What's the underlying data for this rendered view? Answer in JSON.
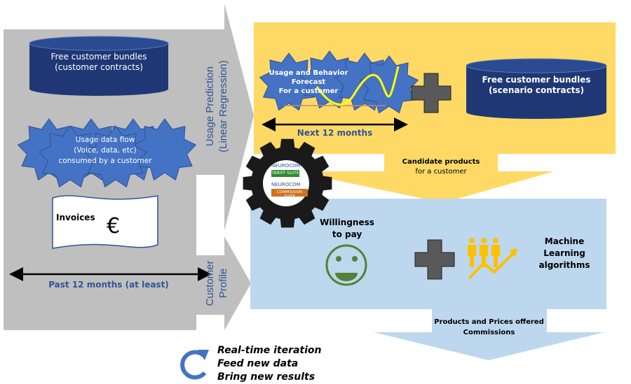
{
  "left_panel": {
    "bundles": "Free customer bundles\n(customer contracts)",
    "usage_flow": "Usage data flow\n(Voice, data, etc)\nconsumed by a customer",
    "invoices": "Invoices",
    "euro_symbol": "€",
    "past_label": "Past 12 months (at least)"
  },
  "arrows": {
    "usage_prediction": "Usage Prediction\n(Linear Regression)",
    "customer_profile": "Customer\nProfile",
    "candidate": "Candidate products",
    "candidate_sub": "for a customer",
    "offered": "Products and Prices offered\nCommissions"
  },
  "forecast_panel": {
    "forecast": "Usage  and Behavior\nForecast\nFor a customer",
    "next_label": "Next 12 months",
    "scenario_bundles": "Free customer bundles\n(scenario contracts)"
  },
  "gear": {
    "brand1": "NEUROCOM",
    "product1": "TARIFF SUITE",
    "brand2": "NEUROCOM",
    "product2": "COMMISSION SUITE"
  },
  "ml_panel": {
    "willingness": "Willingness\nto pay",
    "ml": "Machine\nLearning\nalgorithms"
  },
  "iteration": {
    "line1": "Real-time iteration",
    "line2": "Feed new data",
    "line3": "Bring new results"
  },
  "colors": {
    "gray": "#bfbfbf",
    "yellow": "#ffd966",
    "blue_panel": "#bdd7ee",
    "star": "#4472c4",
    "cylinder": "#1f3875",
    "text_blue": "#2f5597"
  }
}
